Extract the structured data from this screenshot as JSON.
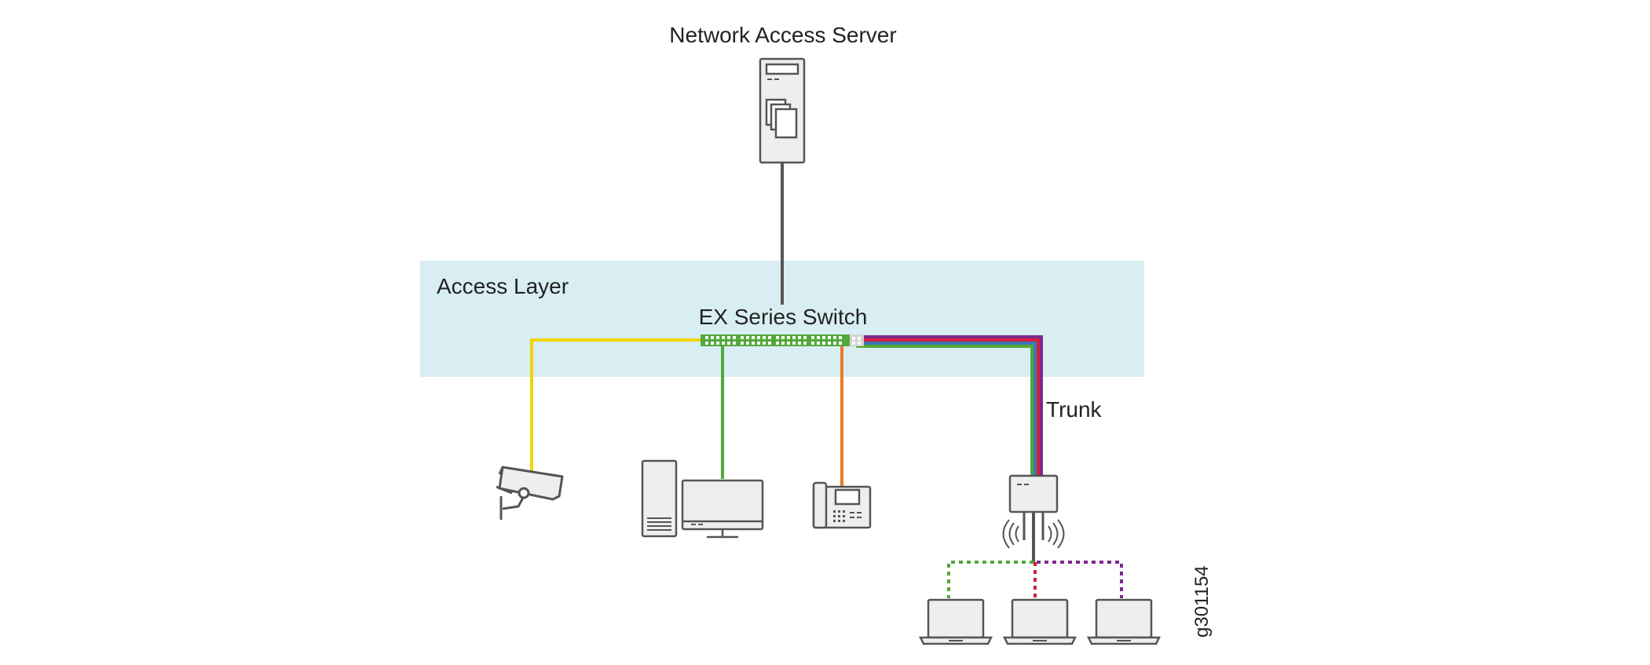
{
  "diagram": {
    "labels": {
      "server": "Network Access Server",
      "access_layer": "Access Layer",
      "switch": "EX Series Switch",
      "trunk": "Trunk",
      "figure_id": "g301154"
    },
    "colors": {
      "access_layer_bg": "#d8eef2",
      "link_dark": "#555555",
      "camera_vlan": "#f2d500",
      "pc_vlan": "#52a83a",
      "phone_vlan": "#ee7a23",
      "trunk_purple": "#7b2a8b",
      "trunk_red": "#d4203e",
      "trunk_blue": "#3a78b8",
      "trunk_green": "#52a83a",
      "device_fill": "#eeeeee",
      "device_stroke": "#555555"
    },
    "icons": {
      "server": "server-icon",
      "switch": "switch-icon",
      "camera": "security-camera-icon",
      "desktop": "desktop-computer-icon",
      "phone": "ip-phone-icon",
      "access_point": "wireless-access-point-icon",
      "laptop": "laptop-icon"
    }
  }
}
